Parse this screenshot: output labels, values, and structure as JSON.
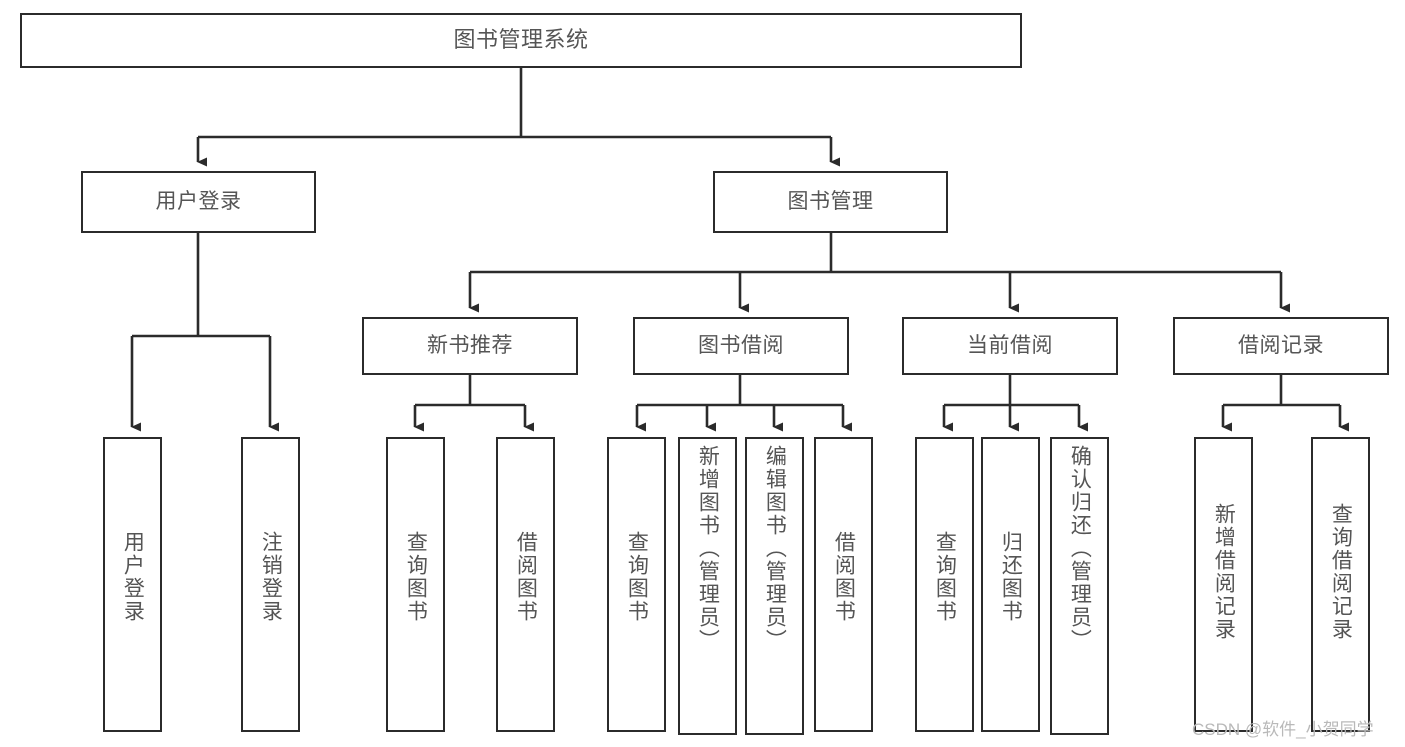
{
  "diagram": {
    "title": "图书管理系统",
    "type": "tree-hierarchy",
    "root": {
      "id": "root",
      "label": "图书管理系统"
    },
    "level1": [
      {
        "id": "user-login",
        "label": "用户登录"
      },
      {
        "id": "book-manage",
        "label": "图书管理"
      }
    ],
    "level2": [
      {
        "id": "new-book-rec",
        "label": "新书推荐",
        "parent": "book-manage"
      },
      {
        "id": "book-borrow",
        "label": "图书借阅",
        "parent": "book-manage"
      },
      {
        "id": "current-borrow",
        "label": "当前借阅",
        "parent": "book-manage"
      },
      {
        "id": "borrow-record",
        "label": "借阅记录",
        "parent": "book-manage"
      }
    ],
    "leaves": [
      {
        "id": "leaf-user-login",
        "label": "用户登录",
        "parent": "user-login"
      },
      {
        "id": "leaf-logout",
        "label": "注销登录",
        "parent": "user-login"
      },
      {
        "id": "leaf-query-book-1",
        "label": "查询图书",
        "parent": "new-book-rec"
      },
      {
        "id": "leaf-borrow-book-1",
        "label": "借阅图书",
        "parent": "new-book-rec"
      },
      {
        "id": "leaf-query-book-2",
        "label": "查询图书",
        "parent": "book-borrow"
      },
      {
        "id": "leaf-add-book",
        "label": "新增图书（管理员）",
        "parent": "book-borrow"
      },
      {
        "id": "leaf-edit-book",
        "label": "编辑图书（管理员）",
        "parent": "book-borrow"
      },
      {
        "id": "leaf-borrow-book-2",
        "label": "借阅图书",
        "parent": "book-borrow"
      },
      {
        "id": "leaf-query-book-3",
        "label": "查询图书",
        "parent": "current-borrow"
      },
      {
        "id": "leaf-return-book",
        "label": "归还图书",
        "parent": "current-borrow"
      },
      {
        "id": "leaf-confirm-return",
        "label": "确认归还（管理员）",
        "parent": "current-borrow"
      },
      {
        "id": "leaf-add-record",
        "label": "新增借阅记录",
        "parent": "borrow-record"
      },
      {
        "id": "leaf-query-record",
        "label": "查询借阅记录",
        "parent": "borrow-record"
      }
    ],
    "colors": {
      "border": "#2b2b2b",
      "text": "#555555",
      "edge": "#2b2b2b",
      "background": "#ffffff"
    }
  },
  "watermark": {
    "text": "CSDN @软件_小贺同学"
  }
}
